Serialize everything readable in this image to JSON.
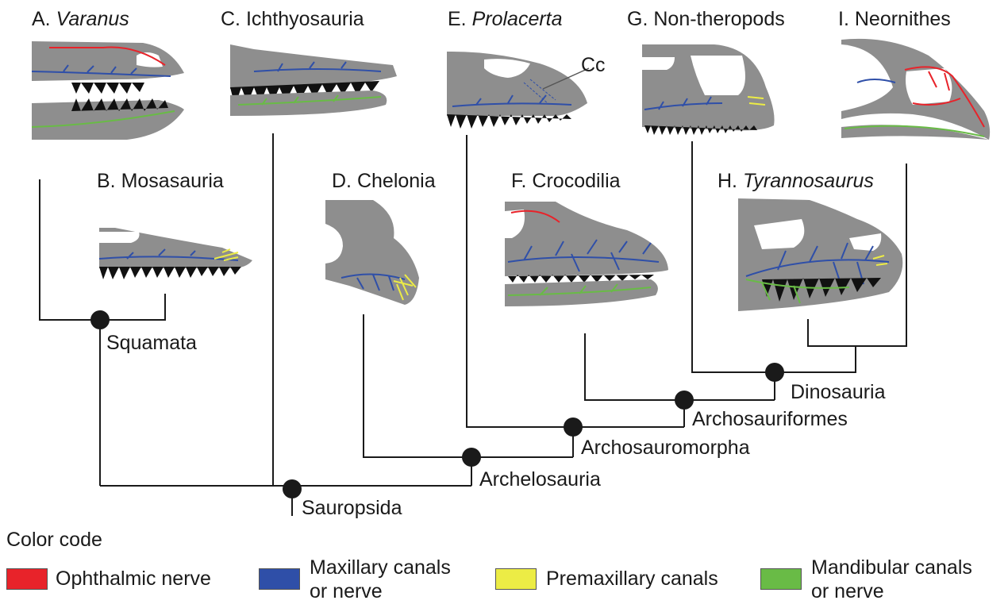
{
  "taxa": {
    "A": {
      "letter": "A.",
      "name": "Varanus"
    },
    "B": {
      "letter": "B.",
      "name": "Mosasauria"
    },
    "C": {
      "letter": "C.",
      "name": "Ichthyosauria"
    },
    "D": {
      "letter": "D.",
      "name": "Chelonia"
    },
    "E": {
      "letter": "E.",
      "name": "Prolacerta"
    },
    "F": {
      "letter": "F.",
      "name": "Crocodilia"
    },
    "G": {
      "letter": "G.",
      "name": "Non-theropods"
    },
    "H": {
      "letter": "H.",
      "name": "Tyrannosaurus"
    },
    "I": {
      "letter": "I.",
      "name": "Neornithes"
    }
  },
  "annotation": "Cc",
  "clades": {
    "squamata": "Squamata",
    "sauropsida": "Sauropsida",
    "archelosauria": "Archelosauria",
    "archosauromorpha": "Archosauromorpha",
    "archosauriformes": "Archosauriformes",
    "dinosauria": "Dinosauria"
  },
  "legend": {
    "title": "Color code",
    "items": [
      {
        "line1": "Ophthalmic nerve",
        "line2": "",
        "color": "#e8232a"
      },
      {
        "line1": "Maxillary canals",
        "line2": "or nerve",
        "color": "#2f4fa8"
      },
      {
        "line1": "Premaxillary canals",
        "line2": "",
        "color": "#ecec45"
      },
      {
        "line1": "Mandibular canals",
        "line2": "or nerve",
        "color": "#69bb46"
      }
    ]
  },
  "colors": {
    "skull": "#8e8e8e",
    "tree": "#1a1a1a",
    "ophthalmic": "#e8232a",
    "maxillary": "#2f4fa8",
    "premaxillary": "#ecec45",
    "mandibular": "#69bb46"
  }
}
